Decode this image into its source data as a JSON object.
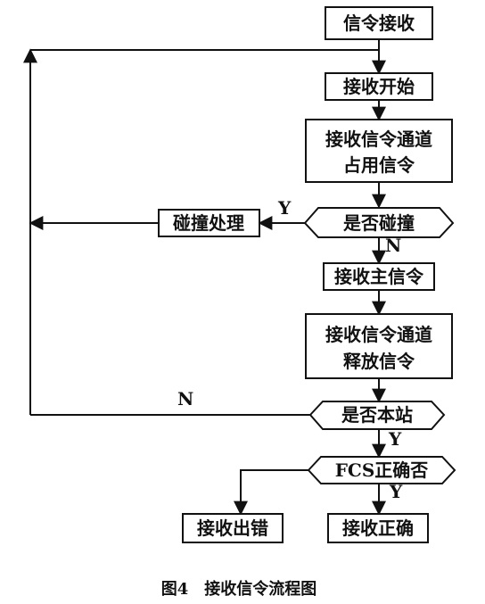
{
  "flowchart": {
    "nodes": {
      "signal_receive": "信令接收",
      "receive_start": "接收开始",
      "occupy_line1": "接收信令通道",
      "occupy_line2": "占用信令",
      "collision_check": "是否碰撞",
      "collision_handle": "碰撞处理",
      "receive_main": "接收主信令",
      "release_line1": "接收信令通道",
      "release_line2": "释放信令",
      "station_check": "是否本站",
      "fcs_check": "FCS正确否",
      "receive_error": "接收出错",
      "receive_ok": "接收正确"
    },
    "edge_labels": {
      "collision_yes": "Y",
      "collision_no": "N",
      "station_no": "N",
      "station_yes": "Y",
      "fcs_yes": "Y"
    }
  },
  "caption": "图4　接收信令流程图"
}
